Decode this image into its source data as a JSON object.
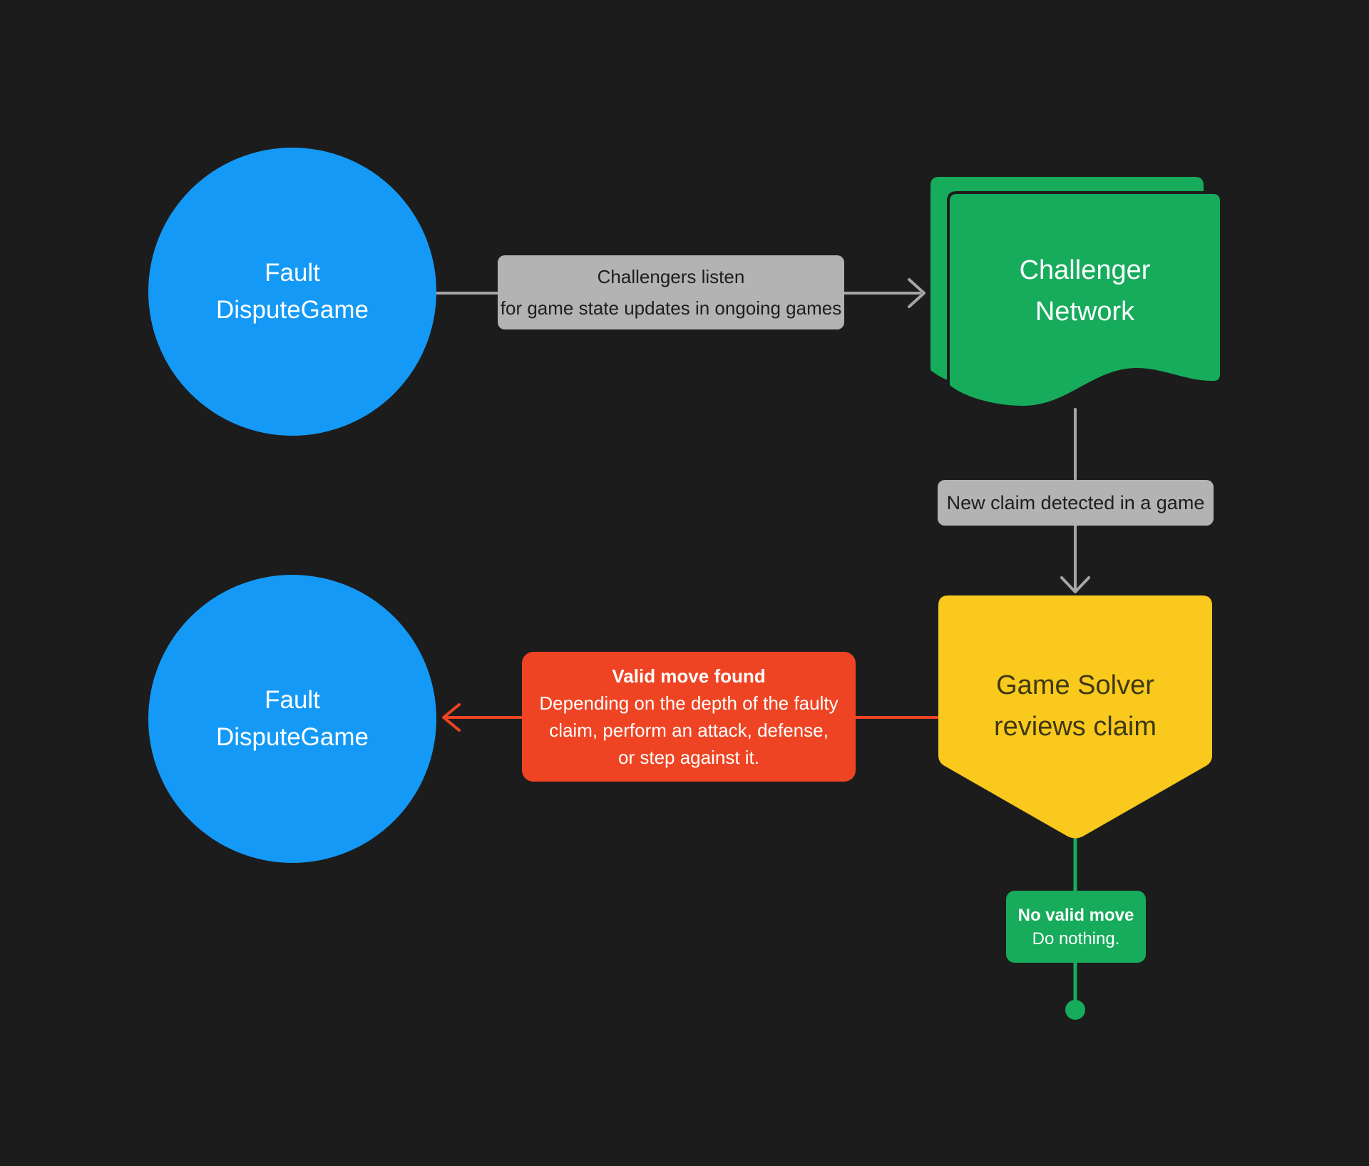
{
  "colors": {
    "bg": "#1C1C1C",
    "blue": "#149AF6",
    "green": "#17AB5C",
    "yellow": "#F9C91D",
    "red": "#EE4423",
    "gray": "#B3B3B3",
    "connector": "#A6A6A6",
    "dark-text": "#1E1E1E",
    "yellow-text": "#3E3812",
    "white": "#FFFFFF"
  },
  "nodes": {
    "fault_top": {
      "line1": "Fault",
      "line2": "DisputeGame"
    },
    "challenger_network": {
      "line1": "Challenger",
      "line2": "Network"
    },
    "game_solver": {
      "line1": "Game Solver",
      "line2": "reviews claim"
    },
    "fault_bottom": {
      "line1": "Fault",
      "line2": "DisputeGame"
    }
  },
  "labels": {
    "challengers_listen": {
      "line1": "Challengers listen",
      "line2": "for game state updates in ongoing games"
    },
    "new_claim": {
      "text": "New claim detected in a game"
    },
    "valid_move": {
      "title": "Valid move found",
      "line1": "Depending on the depth of the faulty",
      "line2": "claim, perform an attack, defense,",
      "line3": "or step against it."
    },
    "no_valid_move": {
      "title": "No valid move",
      "body": "Do nothing."
    }
  }
}
